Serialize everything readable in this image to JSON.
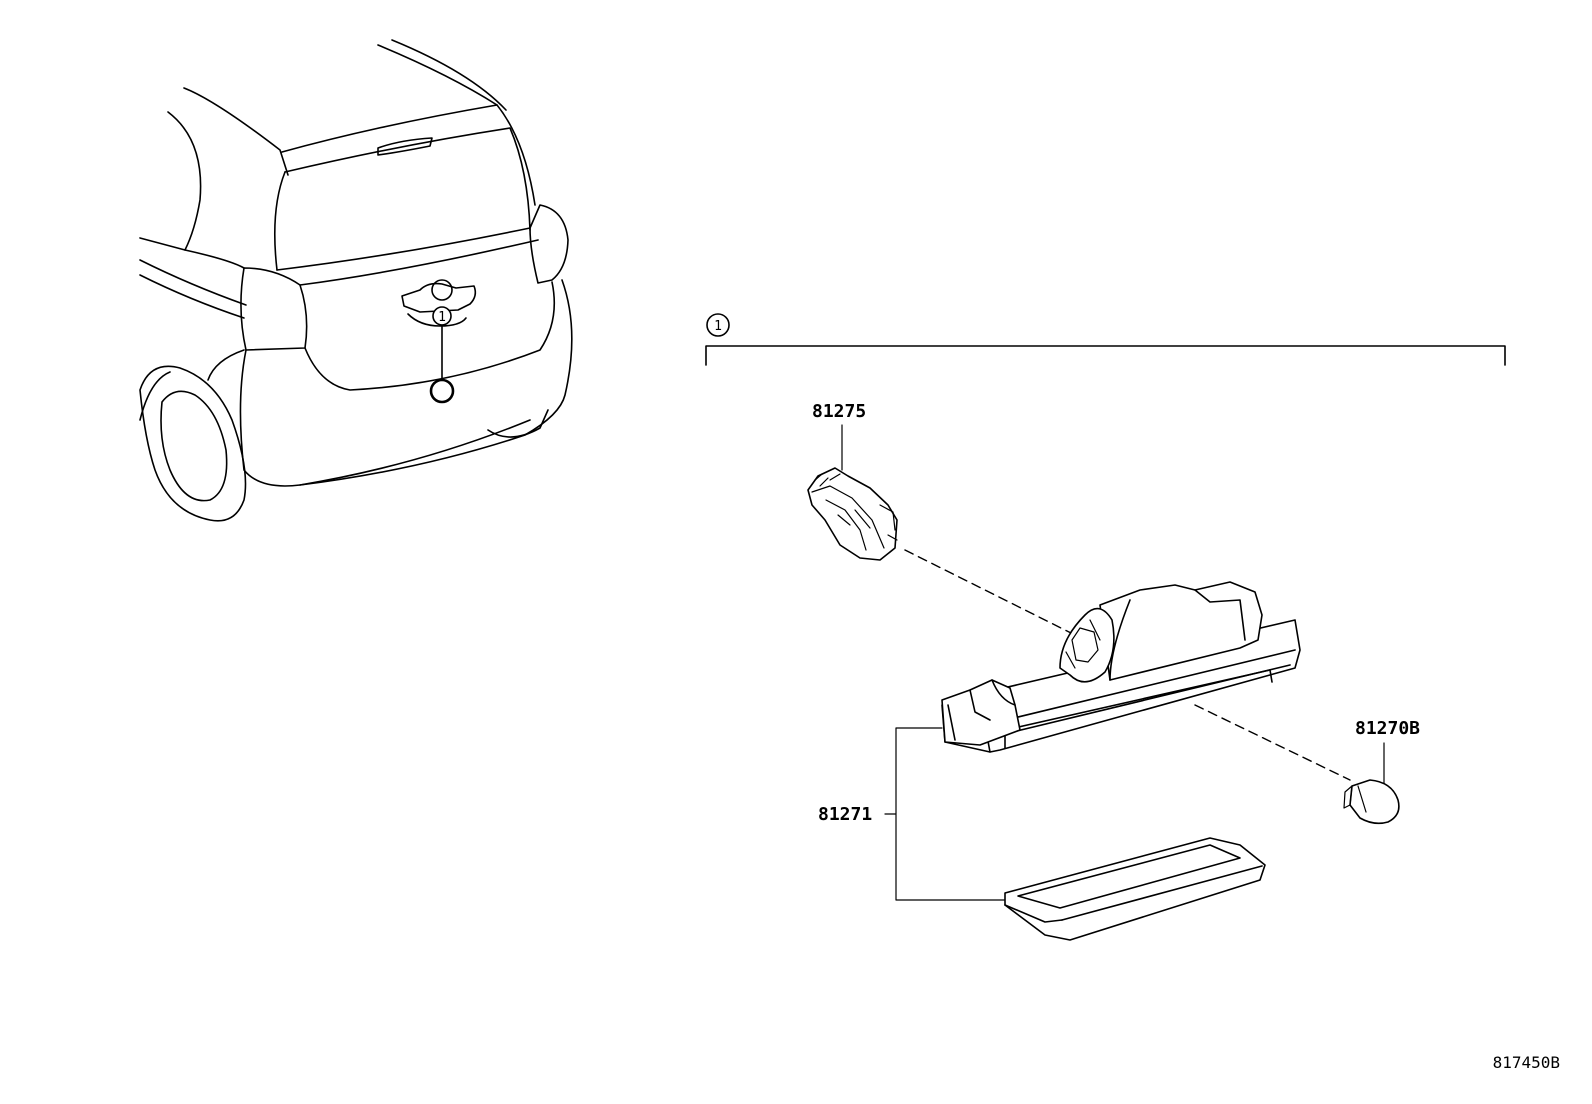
{
  "diagram": {
    "callout_assembly_number": "1",
    "parts": {
      "bulb_socket": "81275",
      "bulb": "81270B",
      "lamp_assembly": "81271"
    },
    "drawing_reference": "817450B"
  }
}
